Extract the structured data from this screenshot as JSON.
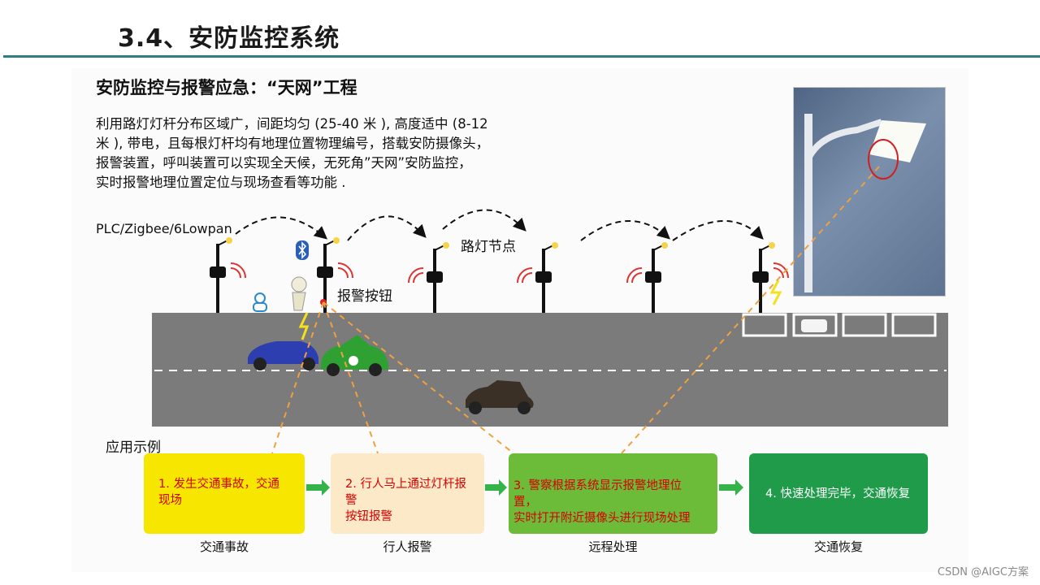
{
  "slide": {
    "title": "3.4、安防监控系统"
  },
  "content": {
    "subtitle": "安防监控与报警应急：“天网”工程",
    "description_lines": [
      "利用路灯灯杆分布区域广，间距均匀 (25-40 米 ), 高度适中 (8-12",
      "米 ), 带电，且每根灯杆均有地理位置物理编号，搭载安防摄像头，",
      "报警装置，呼叫装置可以实现全天候，无死角”天网”安防监控，",
      "实时报警地理位置定位与现场查看等功能 ."
    ]
  },
  "diagram": {
    "protocol_label": "PLC/Zigbee/6Lowpan",
    "node_label": "路灯节点",
    "button_label": "报警按钮",
    "usage_label": "应用示例"
  },
  "flow": {
    "steps": [
      {
        "text_lines": [
          "1. 发生交通事故，交通",
          "现场"
        ],
        "caption": "交通事故"
      },
      {
        "text_lines": [
          "2. 行人马上通过灯杆报警",
          "按钮报警"
        ],
        "caption": "行人报警"
      },
      {
        "text_lines": [
          "3. 警察根据系统显示报警地理位置，",
          "实时打开附近摄像头进行现场处理"
        ],
        "caption": "远程处理"
      },
      {
        "text_lines": [
          "4. 快速处理完毕，交通恢复"
        ],
        "caption": "交通恢复"
      }
    ]
  },
  "watermark": "CSDN @AIGC方案",
  "colors": {
    "accent_rule": "#2d7f83",
    "step1_bg": "#f7e600",
    "step2_bg": "#fbe9c7",
    "step3_bg": "#6cbc3a",
    "step4_bg": "#1f9b4a",
    "arrow_green": "#33b34a",
    "dashed_orange": "#f0a040"
  }
}
